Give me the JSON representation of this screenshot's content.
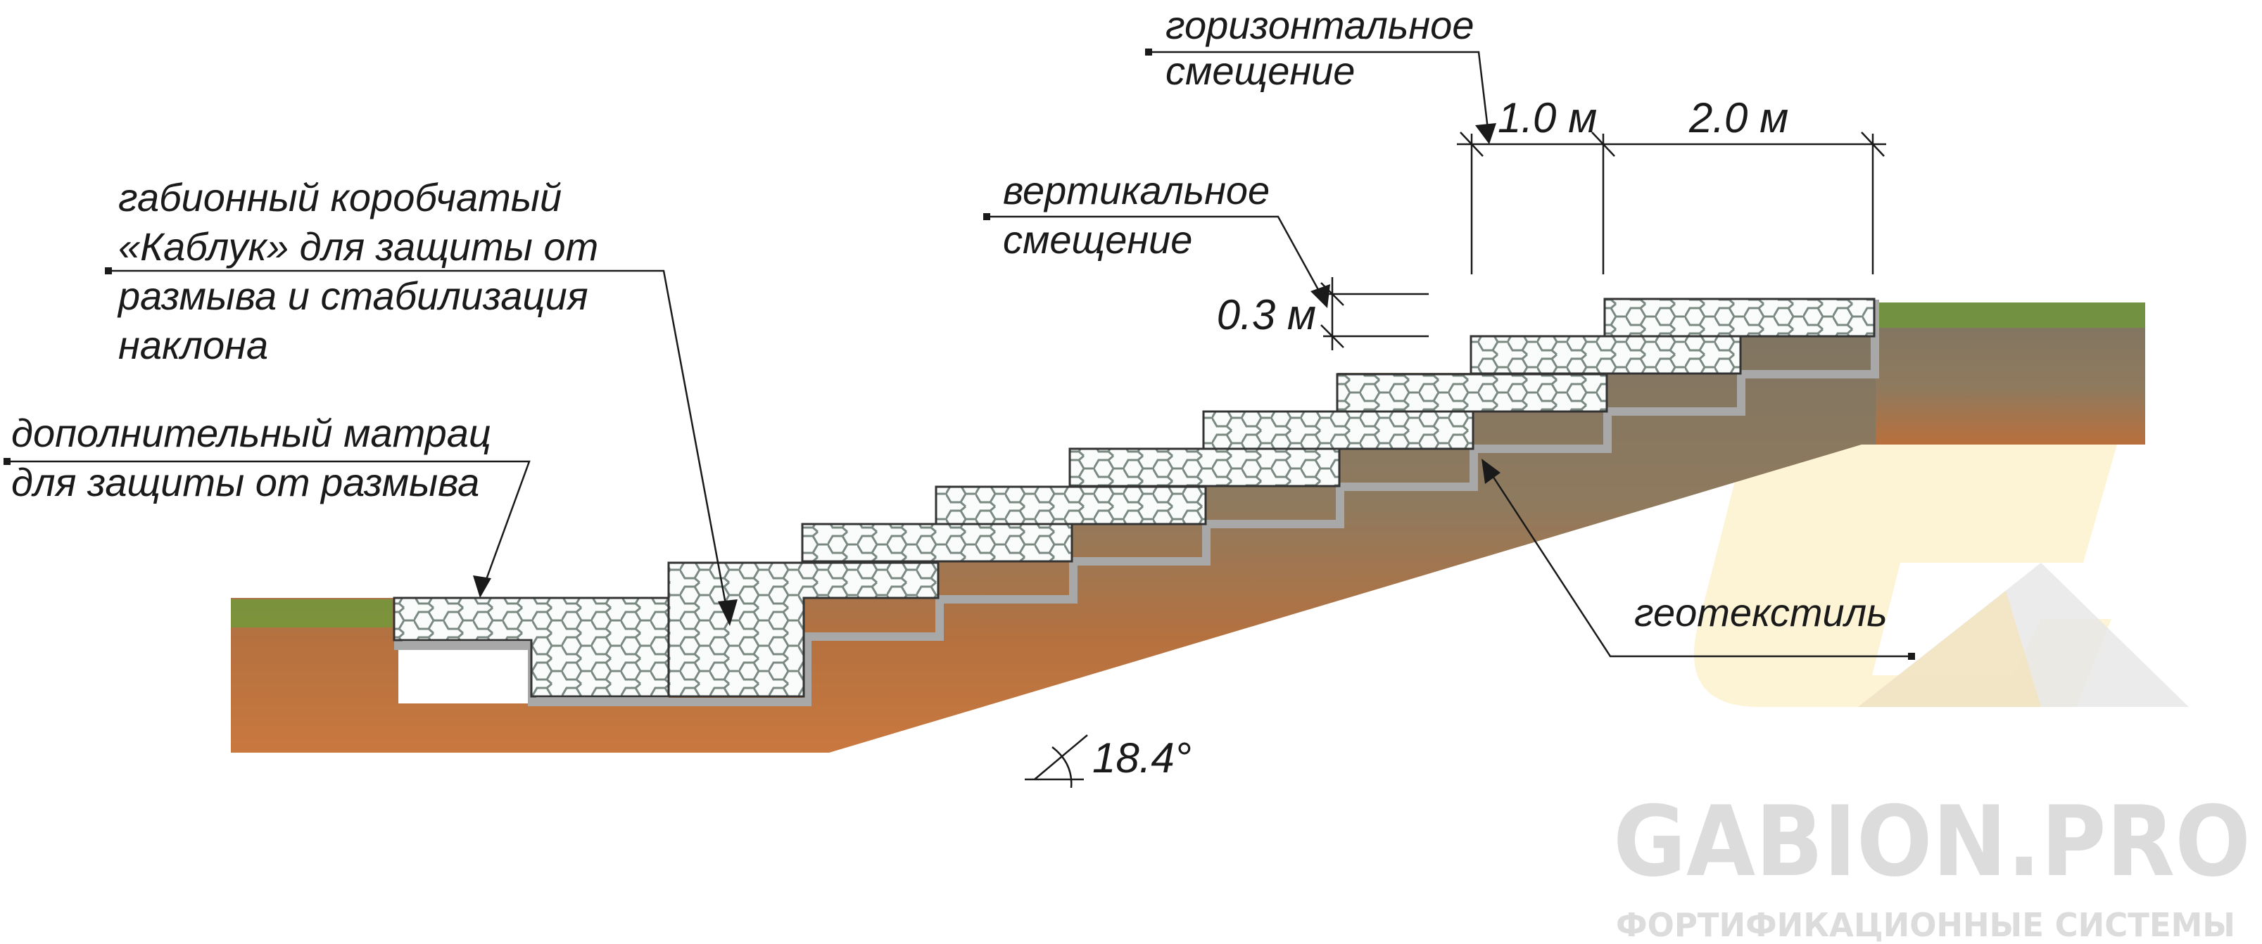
{
  "labels": {
    "horizontal_offset": [
      "горизонтальное",
      "смещение"
    ],
    "vertical_offset": [
      "вертикальное",
      "смещение"
    ],
    "heel_gabion": [
      "габионный коробчатый",
      "«Каблук» для защиты от",
      "размыва и стабилизация",
      "наклона"
    ],
    "mattress": [
      "дополнительный матрац",
      "для защиты от размыва"
    ],
    "geotextile": "геотекстиль"
  },
  "dimensions": {
    "horizontal_1": "1.0 м",
    "horizontal_2": "2.0 м",
    "vertical": "0.3 м",
    "slope_angle": "18.4°"
  },
  "watermark": {
    "brand": "GABION.PRO",
    "tagline": "ФОРТИФИКАЦИОННЫЕ СИСТЕМЫ"
  },
  "colors": {
    "soil_top": "#8a7a62",
    "soil_bottom": "#c8743e",
    "grass": "#6f9a3a",
    "geotextile": "#a8a8a8",
    "mesh": "#7a8a82"
  }
}
